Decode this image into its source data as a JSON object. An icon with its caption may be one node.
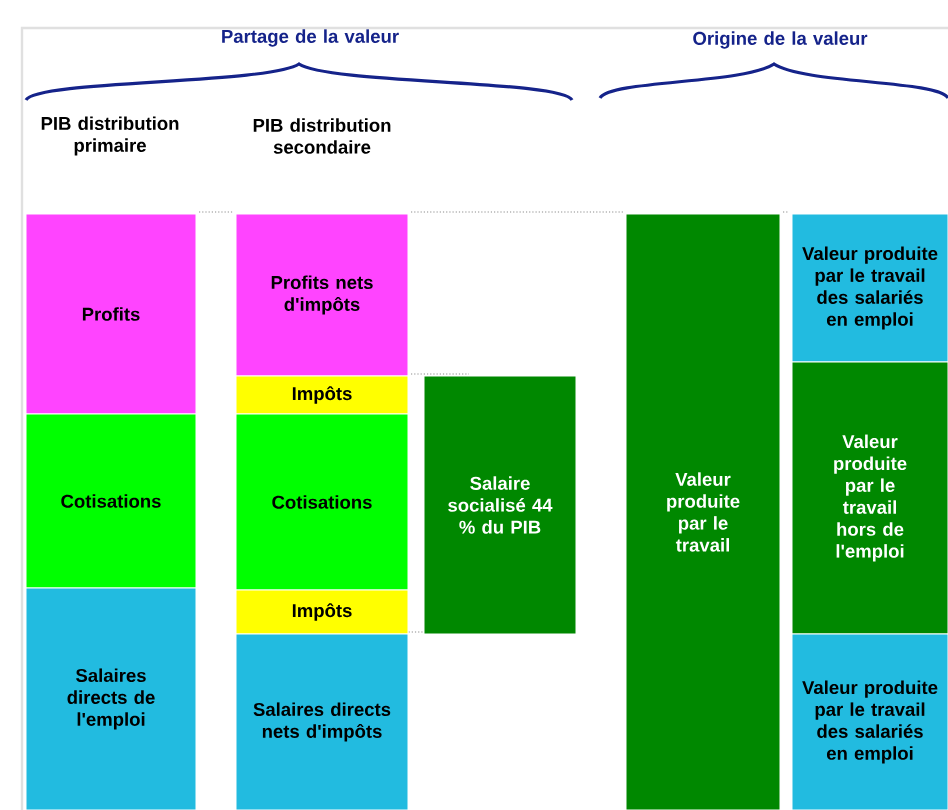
{
  "diagram": {
    "nodes": [
      {
        "text": [
          "Profits"
        ]
      },
      {
        "text": [
          "Cotisations"
        ]
      },
      {
        "text": [
          "Salaires directs de l'emploi"
        ]
      },
      {
        "text": [
          "Profits nets d'impôts"
        ]
      },
      {
        "text": [
          "Impôts"
        ]
      },
      {
        "text": [
          "Cotisations"
        ]
      },
      {
        "text": [
          "Impôts"
        ]
      },
      {
        "text": [
          "Salaires directs nets d'impôts"
        ]
      },
      {
        "text": [
          "Salaire socialisé 44 % du PIB"
        ]
      },
      {
        "text": [
          "Valeur produite par le travail"
        ]
      },
      {
        "text": [
          "Valeur produite par le travail des salariés en emploi"
        ]
      },
      {
        "text": [
          "Valeur produite par le travail hors de l'emploi"
        ]
      },
      {
        "text": [
          "Valeur produite par le travail des salariés en emploi"
        ]
      }
    ],
    "labels": [
      "Partage de la valeur",
      "Origine de la valeur",
      "PIB distribution primaire",
      "PIB distribution secondaire"
    ]
  }
}
